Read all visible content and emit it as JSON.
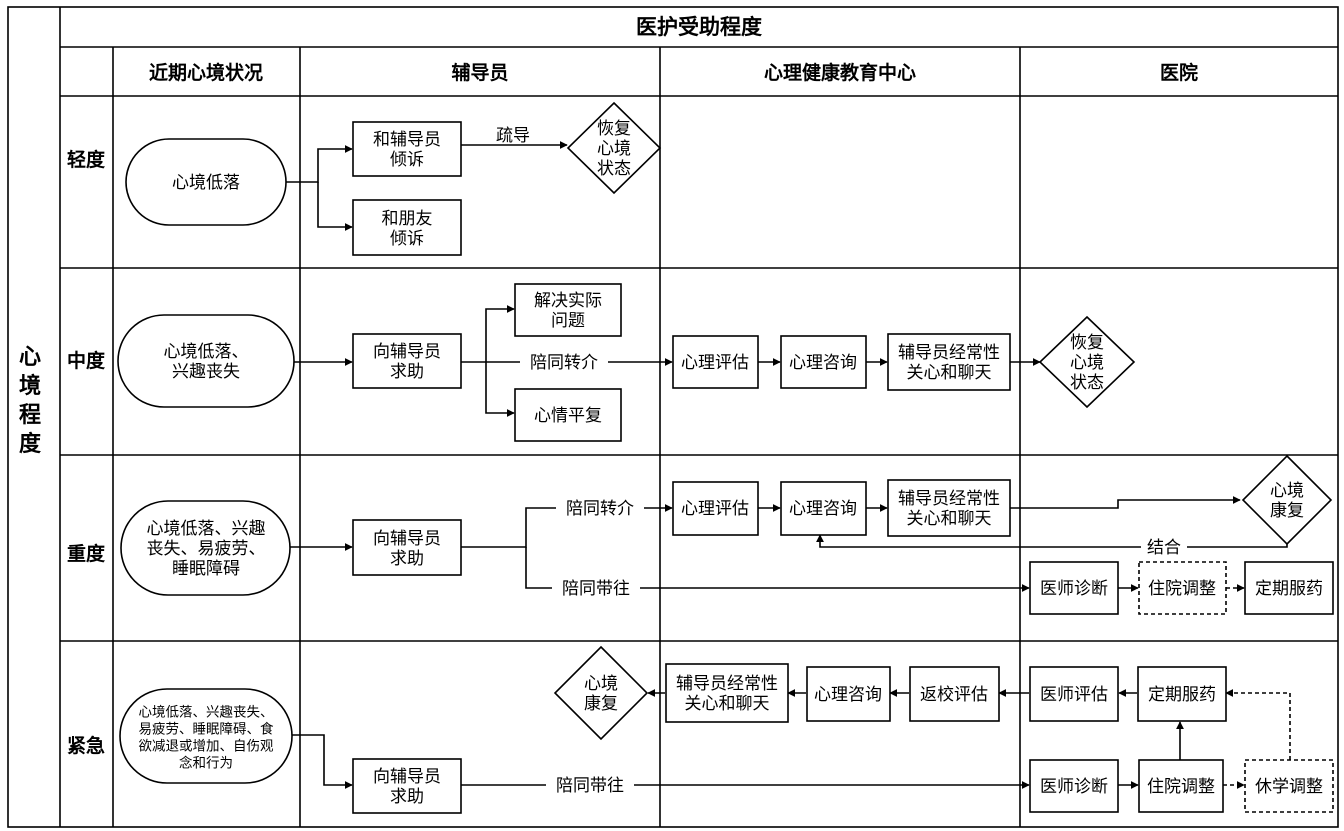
{
  "title": "医护受助程度",
  "side_label": "心境程度",
  "columns": [
    "近期心境状况",
    "辅导员",
    "心理健康教育中心",
    "医院"
  ],
  "levels": [
    "轻度",
    "中度",
    "重度",
    "紧急"
  ],
  "nodes": {
    "mild_state": [
      "心境低落"
    ],
    "mild_talk_counselor": [
      "和辅导员",
      "倾诉"
    ],
    "mild_talk_friend": [
      "和朋友",
      "倾诉"
    ],
    "mild_recover": [
      "恢复",
      "心境",
      "状态"
    ],
    "mod_state": [
      "心境低落、",
      "兴趣丧失"
    ],
    "mod_seek_help": [
      "向辅导员",
      "求助"
    ],
    "mod_solve": [
      "解决实际",
      "问题"
    ],
    "mod_calm": [
      "心情平复"
    ],
    "mod_assess": [
      "心理评估"
    ],
    "mod_consult": [
      "心理咨询"
    ],
    "mod_care": [
      "辅导员经常性",
      "关心和聊天"
    ],
    "mod_recover": [
      "恢复",
      "心境",
      "状态"
    ],
    "sev_state": [
      "心境低落、兴趣",
      "丧失、易疲劳、",
      "睡眠障碍"
    ],
    "sev_seek_help": [
      "向辅导员",
      "求助"
    ],
    "sev_assess": [
      "心理评估"
    ],
    "sev_consult": [
      "心理咨询"
    ],
    "sev_care": [
      "辅导员经常性",
      "关心和聊天"
    ],
    "sev_recover": [
      "心境",
      "康复"
    ],
    "sev_diagnosis": [
      "医师诊断"
    ],
    "sev_hospital": [
      "住院调整"
    ],
    "sev_medicine": [
      "定期服药"
    ],
    "urg_state": [
      "心境低落、兴趣丧失、",
      "易疲劳、睡眠障碍、食",
      "欲减退或增加、自伤观",
      "念和行为"
    ],
    "urg_seek_help": [
      "向辅导员",
      "求助"
    ],
    "urg_diagnosis": [
      "医师诊断"
    ],
    "urg_hospital": [
      "住院调整"
    ],
    "urg_leave": [
      "休学调整"
    ],
    "urg_medicine": [
      "定期服药"
    ],
    "urg_evaluate": [
      "医师评估"
    ],
    "urg_return": [
      "返校评估"
    ],
    "urg_consult": [
      "心理咨询"
    ],
    "urg_care": [
      "辅导员经常性",
      "关心和聊天"
    ],
    "urg_recover": [
      "心境",
      "康复"
    ]
  },
  "edge_labels": {
    "mild_guide": "疏导",
    "mod_accompany": "陪同转介",
    "sev_accompany_refer": "陪同转介",
    "sev_accompany_go": "陪同带往",
    "sev_combine": "结合",
    "urg_accompany_go": "陪同带往"
  }
}
